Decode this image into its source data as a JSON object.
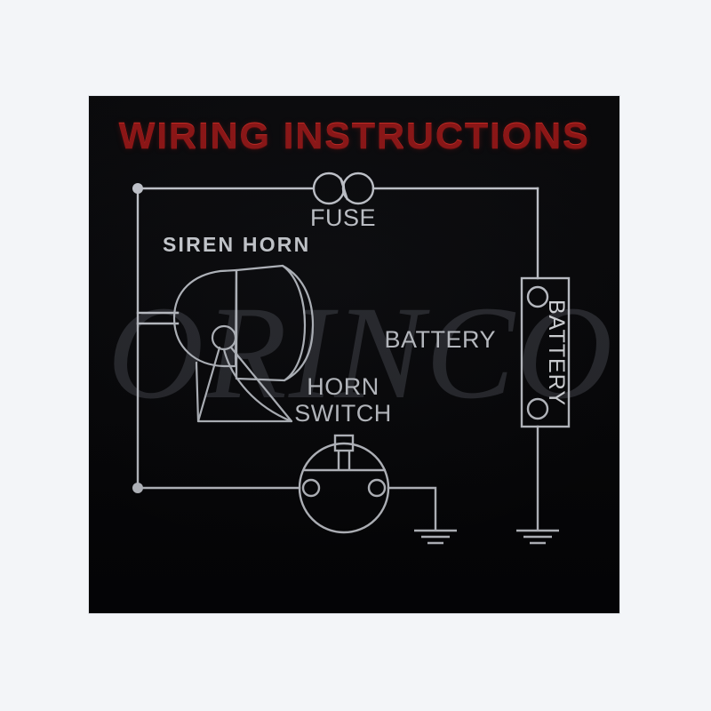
{
  "page": {
    "background_color": "#f3f5f8",
    "panel_color": "#050507"
  },
  "plate": {
    "title": "WIRING INSTRUCTIONS",
    "title_color": "#8d1111",
    "watermark": "ORINCO",
    "watermark_color": "#2a2c31",
    "wire_color": "#c9ccd3"
  },
  "labels": {
    "fuse": "FUSE",
    "siren_horn": "SIREN HORN",
    "battery": "BATTERY",
    "battery_box": "BATTERY",
    "horn_line1": "HORN",
    "horn_line2": "SWITCH"
  },
  "components": [
    {
      "name": "fuse",
      "label": "FUSE",
      "type": "fuse-symbol"
    },
    {
      "name": "siren-horn",
      "label": "SIREN HORN",
      "type": "horn-symbol"
    },
    {
      "name": "horn-switch",
      "label": "HORN SWITCH",
      "type": "push-switch-symbol"
    },
    {
      "name": "battery",
      "label": "BATTERY",
      "type": "battery-box-symbol"
    },
    {
      "name": "ground-switch",
      "label": "",
      "type": "ground-symbol"
    },
    {
      "name": "ground-battery",
      "label": "",
      "type": "ground-symbol"
    }
  ]
}
